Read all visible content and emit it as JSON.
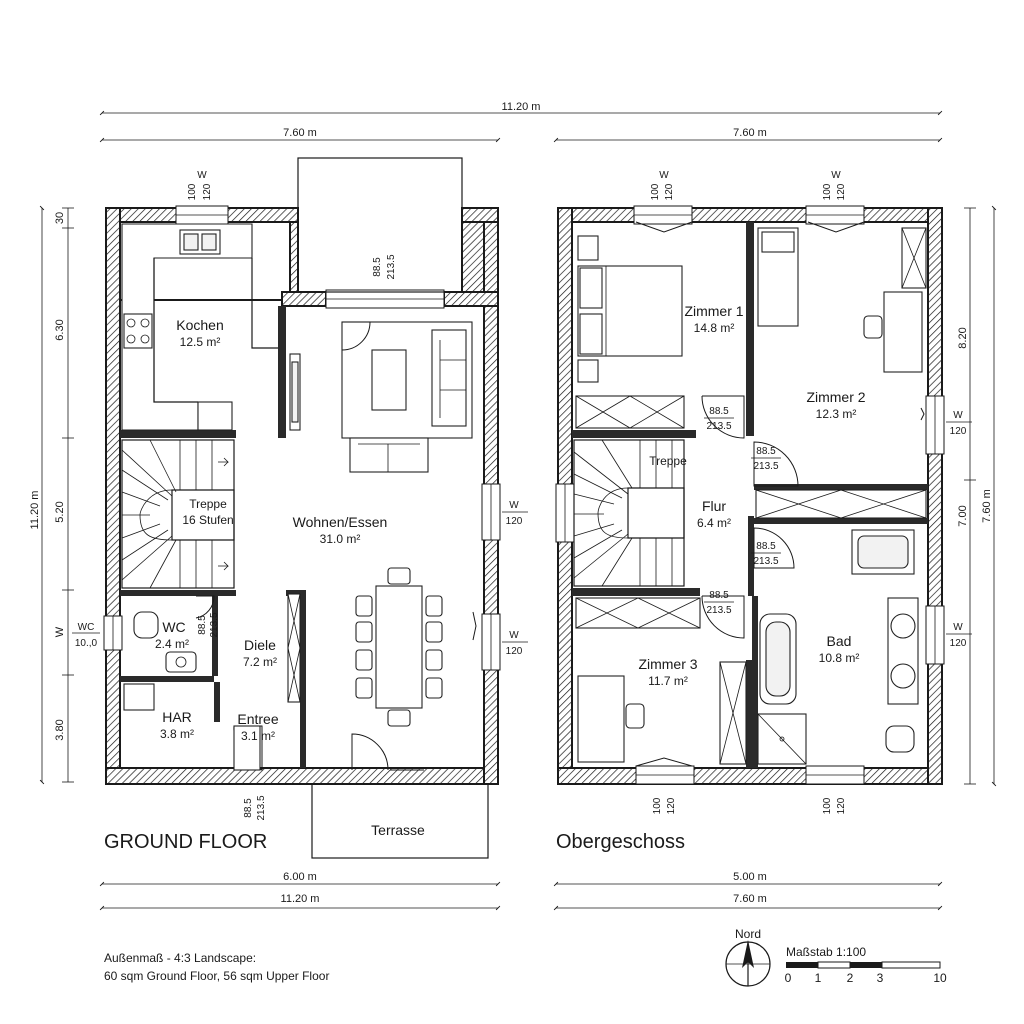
{
  "ground_floor": {
    "title": "GROUND FLOOR",
    "rooms": [
      {
        "name": "Kochen",
        "area": "12.5 m²"
      },
      {
        "name": "Treppe",
        "area": "16 Stufen"
      },
      {
        "name": "Wohnen/Essen",
        "area": "31.0 m²"
      },
      {
        "name": "WC",
        "area": "2.4 m²"
      },
      {
        "name": "Diele",
        "area": "7.2 m²"
      },
      {
        "name": "HAR",
        "area": "3.8 m²"
      },
      {
        "name": "Entree",
        "area": "3.1 m²"
      },
      {
        "name": "Terrasse",
        "area": ""
      }
    ],
    "dims": {
      "total_top": "11.20 m",
      "top": "7.60 m",
      "bottom_inner": "6.00 m",
      "bottom_total": "11.20 m",
      "left_total": "11.20 m",
      "left_1": "30",
      "left_2": "6.30",
      "left_3": "5.20",
      "left_4": "W",
      "left_5": "3.80"
    },
    "openings": {
      "top_window_a": "W",
      "top_window_b": "100",
      "top_window_c": "120",
      "patio": "88.5",
      "patio_b": "213.5",
      "right_w1_a": "W",
      "right_w1_b": "120",
      "right_w2_a": "W",
      "right_w2_b": "120",
      "wc_win_a": "WC",
      "wc_win_b": "10.,0",
      "wc_door_a": "88.5",
      "wc_door_b": "213.5",
      "entry_a": "88.5",
      "entry_b": "213.5"
    }
  },
  "upper_floor": {
    "title": "Obergeschoss",
    "rooms": [
      {
        "name": "Zimmer 1",
        "area": "14.8 m²"
      },
      {
        "name": "Zimmer 2",
        "area": "12.3 m²"
      },
      {
        "name": "Treppe",
        "area": ""
      },
      {
        "name": "Flur",
        "area": "6.4 m²"
      },
      {
        "name": "Zimmer 3",
        "area": "11.7 m²"
      },
      {
        "name": "Bad",
        "area": "10.8 m²"
      }
    ],
    "dims": {
      "top": "7.60 m",
      "bottom_inner": "5.00 m",
      "bottom_total": "7.60 m",
      "right_a": "8.20",
      "right_b": "7.00",
      "right_total": "7.60 m"
    },
    "openings": {
      "top_w1_a": "W",
      "top_w1_b": "100",
      "top_w1_c": "120",
      "top_w2_a": "W",
      "top_w2_b": "100",
      "top_w2_c": "120",
      "d1_a": "88.5",
      "d1_b": "213.5",
      "d2_a": "88.5",
      "d2_b": "213.5",
      "d3_a": "88.5",
      "d3_b": "213.5",
      "d4_a": "88.5",
      "d4_b": "213.5",
      "r_w1_a": "W",
      "r_w1_b": "120",
      "r_w2_a": "W",
      "r_w2_b": "120",
      "bot_w1_a": "100",
      "bot_w1_b": "120",
      "bot_w2_a": "100",
      "bot_w2_b": "120"
    }
  },
  "notes": {
    "line1": "Außenmaß - 4:3 Landscape:",
    "line2": "60 sqm Ground Floor, 56 sqm Upper Floor"
  },
  "north": {
    "label": "Nord"
  },
  "scale": {
    "label": "Maßstab 1:100",
    "ticks": [
      "0",
      "1",
      "2",
      "3",
      "10"
    ]
  }
}
